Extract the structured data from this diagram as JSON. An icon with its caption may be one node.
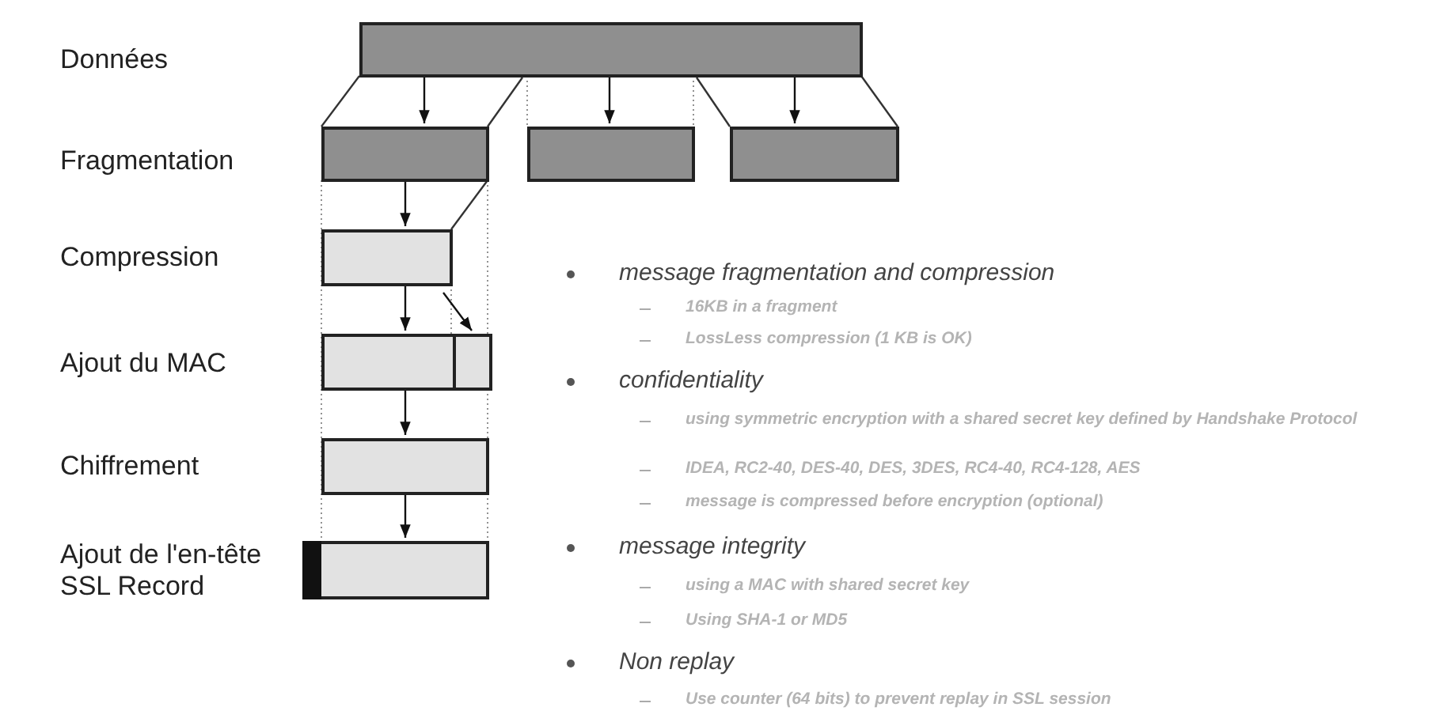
{
  "diagram": {
    "nodes": [
      {
        "text": [],
        "shape": "box"
      },
      {
        "text": [],
        "shape": "box"
      },
      {
        "text": [],
        "shape": "box"
      },
      {
        "text": [],
        "shape": "box"
      },
      {
        "text": [],
        "shape": "box"
      },
      {
        "text": [],
        "shape": "box"
      },
      {
        "text": [],
        "shape": "box",
        "in": 5
      },
      {
        "text": [],
        "shape": "box"
      },
      {
        "text": [],
        "shape": "box"
      }
    ],
    "edges": [
      {
        "from": 0,
        "to": 1,
        "arrow": "to"
      },
      {
        "from": 0,
        "to": 2,
        "arrow": "to"
      },
      {
        "from": 0,
        "to": 3,
        "arrow": "to"
      },
      {
        "from": 1,
        "to": 4,
        "arrow": "to"
      },
      {
        "from": 4,
        "to": 5,
        "arrow": "to"
      },
      {
        "from": 4,
        "to": 6,
        "arrow": "to"
      },
      {
        "from": 5,
        "to": 7,
        "arrow": "to"
      },
      {
        "from": 7,
        "to": 8,
        "arrow": "to"
      }
    ],
    "labels": [
      "Données",
      "Fragmentation",
      "Compression",
      "Ajout du MAC",
      "Chiffrement",
      "Ajout de l'en-tête SSL Record",
      "message fragmentation and compression",
      "16KB in a fragment",
      "LossLess compression (1 KB is OK)",
      "confidentiality",
      "using symmetric encryption with a shared secret key defined by Handshake Protocol",
      "IDEA, RC2-40, DES-40, DES, 3DES, RC4-40, RC4-128, AES",
      "message is compressed before encryption (optional)",
      "message integrity",
      "using a MAC with shared secret key",
      "Using SHA-1 or MD5",
      "Non replay",
      "Use counter (64 bits) to prevent replay in SSL session"
    ]
  }
}
